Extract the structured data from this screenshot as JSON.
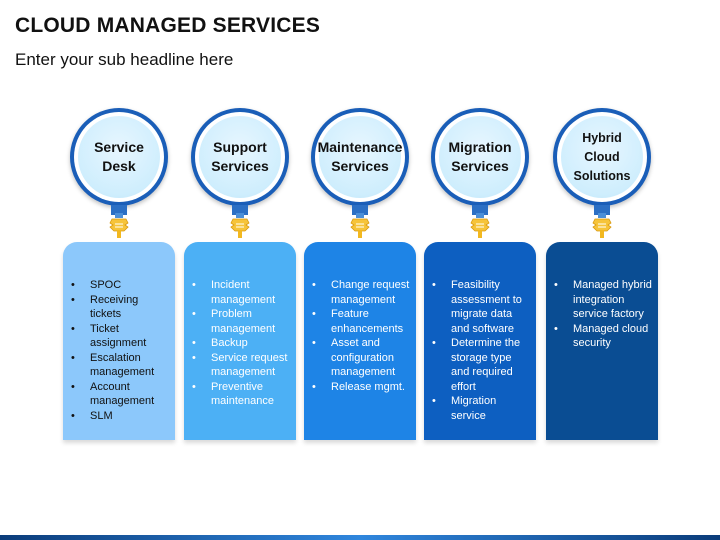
{
  "title": "CLOUD MANAGED SERVICES",
  "subtitle": "Enter your sub headline here",
  "columns": [
    {
      "label": "Service\nDesk",
      "panel_color": "#8cc8fb",
      "text_color": "#111111",
      "items": [
        "SPOC",
        "Receiving tickets",
        "Ticket assignment",
        "Escalation management",
        "Account management",
        "SLM"
      ]
    },
    {
      "label": "Support\nServices",
      "panel_color": "#4cb0f5",
      "text_color": "#ffffff",
      "items": [
        "Incident management",
        "Problem management",
        "Backup",
        "Service request management",
        "Preventive maintenance"
      ]
    },
    {
      "label": "Maintenance\nServices",
      "panel_color": "#1e84e6",
      "text_color": "#ffffff",
      "items": [
        "Change request management",
        "Feature enhancements",
        "Asset and configuration management",
        "Release mgmt."
      ]
    },
    {
      "label": "Migration\nServices",
      "panel_color": "#0d5fc1",
      "text_color": "#ffffff",
      "items": [
        "Feasibility assessment to migrate data and software",
        "Determine the storage type and required effort",
        "Migration service"
      ]
    },
    {
      "label": "Hybrid\nCloud\nSolutions",
      "panel_color": "#0a4d93",
      "text_color": "#ffffff",
      "items": [
        "Managed hybrid integration service factory",
        "Managed cloud security"
      ]
    }
  ]
}
